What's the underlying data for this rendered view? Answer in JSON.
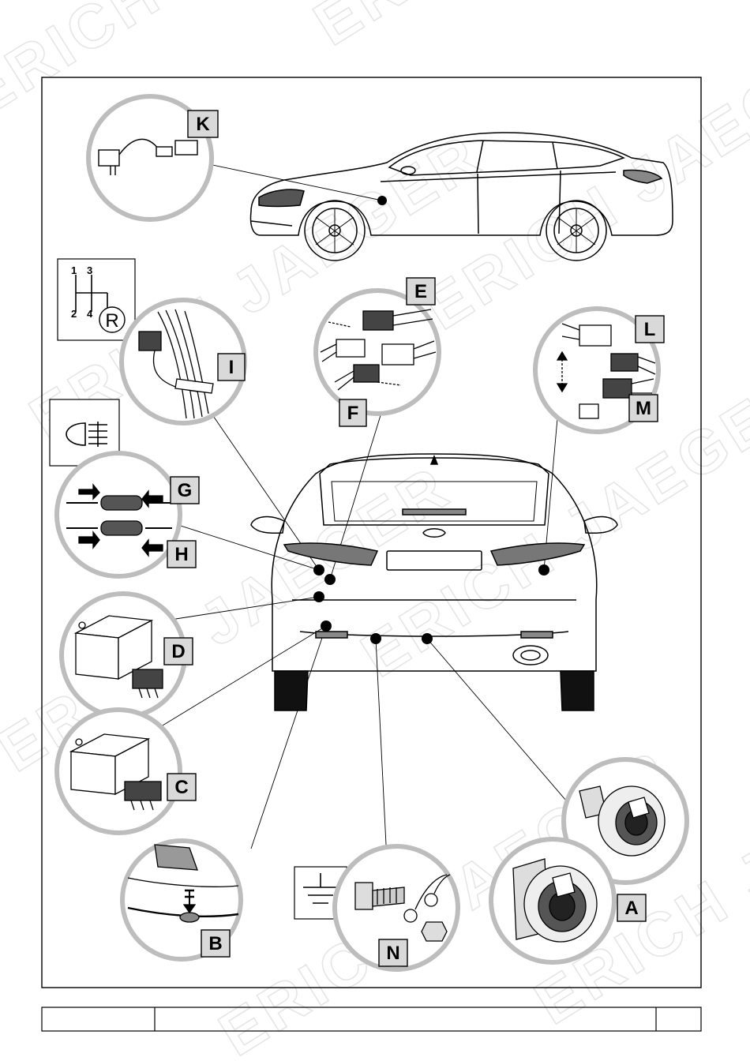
{
  "watermark": "ERICH JAEGER",
  "callouts": {
    "K": "K",
    "E": "E",
    "F": "F",
    "L": "L",
    "M": "M",
    "I": "I",
    "G": "G",
    "H": "H",
    "D": "D",
    "C": "C",
    "B": "B",
    "N": "N",
    "A": "A"
  },
  "gear_shift": {
    "top_left": "1",
    "top_right": "3",
    "bottom_left": "2",
    "bottom_right": "4",
    "reverse": "R"
  },
  "footer": {
    "cell_left": "",
    "cell_middle": "",
    "cell_right": ""
  },
  "colors": {
    "line": "#000000",
    "circle_ring": "#bdbdbd",
    "label_box": "#d9d9d9",
    "watermark": "#e6e6e6",
    "lamp_tint": "#9a9a9a"
  },
  "icons": [
    "fog-lamp-icon",
    "ground-symbol-icon",
    "reverse-gear-icon",
    "socket-13-pin-icon"
  ]
}
